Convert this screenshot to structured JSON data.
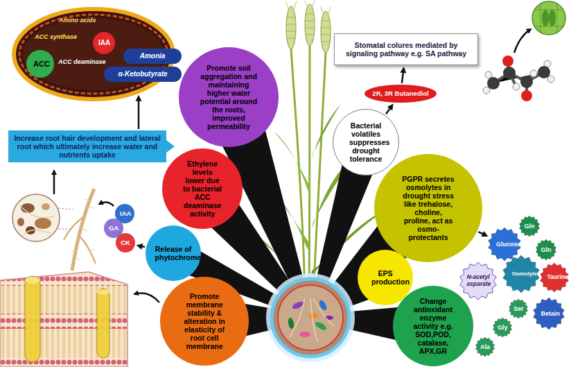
{
  "diagram": {
    "nodes": [
      {
        "text": [
          "Amino acids",
          "ACC synthase",
          "ACC deaminase"
        ]
      },
      {
        "text": [
          "ACC"
        ],
        "in": 0
      },
      {
        "text": [
          "IAA"
        ],
        "in": 0
      },
      {
        "text": [
          "Amonia"
        ]
      },
      {
        "text": [
          "α-Ketobutyrate"
        ]
      },
      {
        "text": [
          "Promote soil aggregation and maintaining higher water potential around the roots, improved permeability"
        ]
      },
      {
        "text": [
          "Increase root hair development and lateral root which ultimately increase water and nutrients uptake"
        ]
      },
      {
        "text": [
          "Ethylene levels lower due to bacterial ACC deaminase activity"
        ]
      },
      {
        "text": [
          "IAA"
        ]
      },
      {
        "text": [
          "GA"
        ]
      },
      {
        "text": [
          "CK"
        ]
      },
      {
        "text": [
          "Release of phytochrome"
        ]
      },
      {
        "text": [
          "Promote membrane stability & alteration in elasticity of root cell membrane"
        ]
      },
      {
        "text": [
          "Stomatal colures mediated by signaling pathway e.g. SA pathway"
        ]
      },
      {
        "text": [
          "2R, 3R Butanediol"
        ]
      },
      {
        "text": [
          "Bacterial volatiles suppresses drought tolerance"
        ]
      },
      {
        "text": [
          "PGPR secretes osmolytes in drought stress like trehalose, choline, proline, act as osmo-protectants"
        ]
      },
      {
        "text": [
          "Glucose"
        ]
      },
      {
        "text": [
          "Gln"
        ]
      },
      {
        "text": [
          "Gln"
        ]
      },
      {
        "text": [
          "Taurine"
        ]
      },
      {
        "text": [
          "N-acetyl asparate"
        ]
      },
      {
        "text": [
          "Osmolytes"
        ]
      },
      {
        "text": [
          "Betain"
        ]
      },
      {
        "text": [
          "Ser"
        ]
      },
      {
        "text": [
          "Gly"
        ]
      },
      {
        "text": [
          "Ala"
        ]
      },
      {
        "text": [
          "EPS production"
        ]
      },
      {
        "text": [
          "Change antioxidant enzyme activity e.g. SOD,POD, catalase, APX,GR"
        ]
      }
    ],
    "edges": [
      {
        "from": 6,
        "to": 0,
        "arrow": "to"
      },
      {
        "from": 11,
        "to": 10,
        "arrow": "to"
      },
      {
        "from": 15,
        "to": 14,
        "arrow": "to"
      },
      {
        "from": 14,
        "to": 13,
        "arrow": "to"
      },
      {
        "from": 16,
        "to": 17,
        "arrow": "to"
      }
    ]
  }
}
